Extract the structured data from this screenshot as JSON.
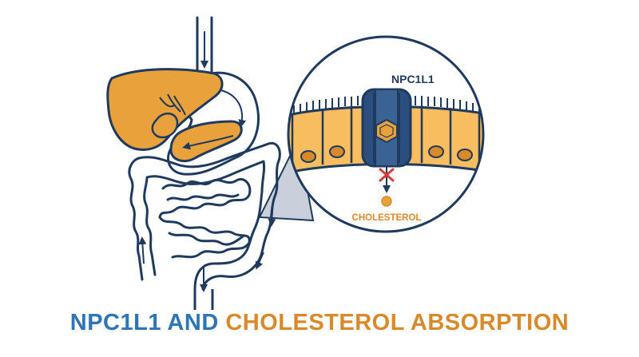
{
  "diagram": {
    "title_part1": "NPC1L1 AND",
    "title_part2": "CHOLESTEROL ABSORPTION",
    "labels": {
      "transporter": "NPC1L1",
      "molecule": "CHOLESTEROL"
    }
  },
  "colors": {
    "navy": "#1f3a5f",
    "blue_title": "#2e75b6",
    "orange": "#d8892a",
    "liver": "#e9a23b",
    "cell_fill": "#f7bd5e",
    "nucleus": "#d88a2b",
    "block_mark": "#d93a3a",
    "magnifier_shadow": "#c9d0dc"
  },
  "icons": {
    "blocked": "x-mark-icon",
    "flow": "arrow-icon",
    "molecule": "hexagon-icon"
  }
}
